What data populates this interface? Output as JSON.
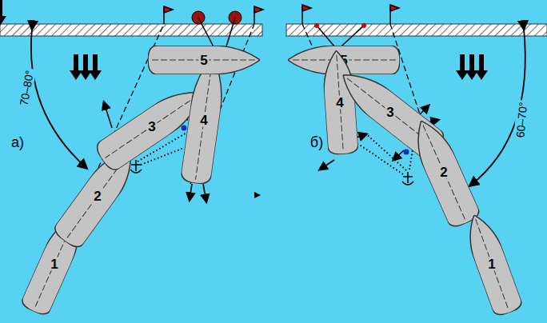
{
  "diagram": {
    "nodes": [
      {
        "text": [
          "1"
        ]
      },
      {
        "text": [
          "2"
        ]
      },
      {
        "text": [
          "3"
        ]
      },
      {
        "text": [
          "4"
        ]
      },
      {
        "text": [
          "5"
        ]
      },
      {
        "text": [
          "5"
        ]
      },
      {
        "text": [
          "4"
        ]
      },
      {
        "text": [
          "3"
        ]
      },
      {
        "text": [
          "2"
        ]
      },
      {
        "text": [
          "1"
        ]
      }
    ],
    "labels": [
      "а)",
      "б)",
      "70–80°",
      "60–70°"
    ]
  }
}
